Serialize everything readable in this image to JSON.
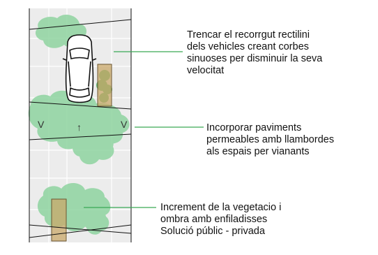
{
  "annotations": [
    {
      "id": "traffic-calming",
      "lines": [
        "Trencar el recorrgut rectilini",
        "dels vehicles creant corbes",
        "sinuoses per disminuir la seva",
        "velocitat"
      ]
    },
    {
      "id": "permeable-paving",
      "lines": [
        "Incorporar paviments",
        "permeables amb llambordes",
        "als espais per vianants"
      ]
    },
    {
      "id": "vegetation",
      "lines": [
        "Increment de la vegetacio i",
        "ombra amb enfiladisses",
        "Solució públic - privada"
      ]
    }
  ],
  "street_marks": {
    "left_mark": "V",
    "right_mark": "V",
    "direction_arrow": "↑"
  },
  "colors": {
    "annotation_line": "#3aa955",
    "vegetation": "#8fd4a0",
    "vegetation_dark": "#5fb775",
    "planter": "#c9a86a",
    "paving": "#e8e8e8",
    "outline": "#111111"
  }
}
